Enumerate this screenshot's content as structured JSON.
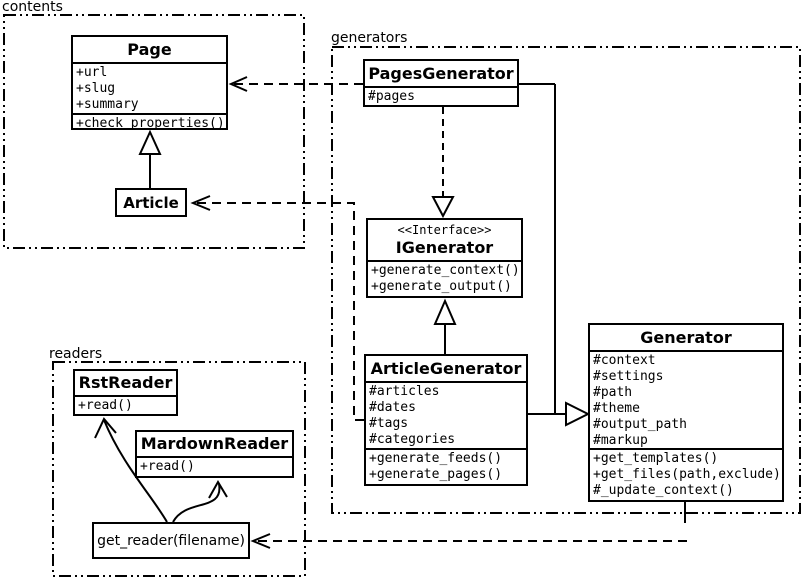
{
  "diagram": {
    "background_color": "#ffffff",
    "line_color": "#000000",
    "box_fill_color": "#ffffff"
  },
  "packages": {
    "contents": {
      "label": "contents"
    },
    "generators": {
      "label": "generators"
    },
    "readers": {
      "label": "readers"
    }
  },
  "classes": {
    "page": {
      "name": "Page",
      "attributes": [
        "+url",
        "+slug",
        "+summary"
      ],
      "methods": [
        "+check_properties()"
      ]
    },
    "article": {
      "name": "Article"
    },
    "pages_generator": {
      "name": "PagesGenerator",
      "attributes": [
        "#pages"
      ]
    },
    "igenerator": {
      "stereotype": "<<Interface>>",
      "name": "IGenerator",
      "methods": [
        "+generate_context()",
        "+generate_output()"
      ]
    },
    "article_generator": {
      "name": "ArticleGenerator",
      "attributes": [
        "#articles",
        "#dates",
        "#tags",
        "#categories"
      ],
      "methods": [
        "+generate_feeds()",
        "+generate_pages()"
      ]
    },
    "generator": {
      "name": "Generator",
      "attributes": [
        "#context",
        "#settings",
        "#path",
        "#theme",
        "#output_path",
        "#markup"
      ],
      "methods": [
        "+get_templates()",
        "+get_files(path,exclude)",
        "#_update_context()"
      ]
    },
    "rst_reader": {
      "name": "RstReader",
      "methods": [
        "+read()"
      ]
    },
    "mardown_reader": {
      "name": "MardownReader",
      "methods": [
        "+read()"
      ]
    },
    "get_reader": {
      "label": "get_reader(filename)"
    }
  },
  "relationships": [
    {
      "from": "Article",
      "to": "Page",
      "type": "inheritance-solid-hollow-triangle"
    },
    {
      "from": "PagesGenerator",
      "to": "Page",
      "type": "dependency-dashed-open-arrow"
    },
    {
      "from": "ArticleGenerator",
      "to": "Article",
      "type": "dependency-dashed-open-arrow"
    },
    {
      "from": "PagesGenerator",
      "to": "IGenerator",
      "type": "realization-dashed-hollow-triangle"
    },
    {
      "from": "ArticleGenerator",
      "to": "IGenerator",
      "type": "inheritance-solid-hollow-triangle"
    },
    {
      "from": "PagesGenerator",
      "to": "Generator",
      "type": "inheritance-solid-hollow-triangle"
    },
    {
      "from": "ArticleGenerator",
      "to": "Generator",
      "type": "inheritance-solid-hollow-triangle"
    },
    {
      "from": "Generator",
      "to": "get_reader(filename)",
      "type": "dependency-dashed-open-arrow"
    },
    {
      "from": "get_reader(filename)",
      "to": "RstReader",
      "type": "curved-open-arrow"
    },
    {
      "from": "get_reader(filename)",
      "to": "MardownReader",
      "type": "curved-open-arrow"
    }
  ]
}
